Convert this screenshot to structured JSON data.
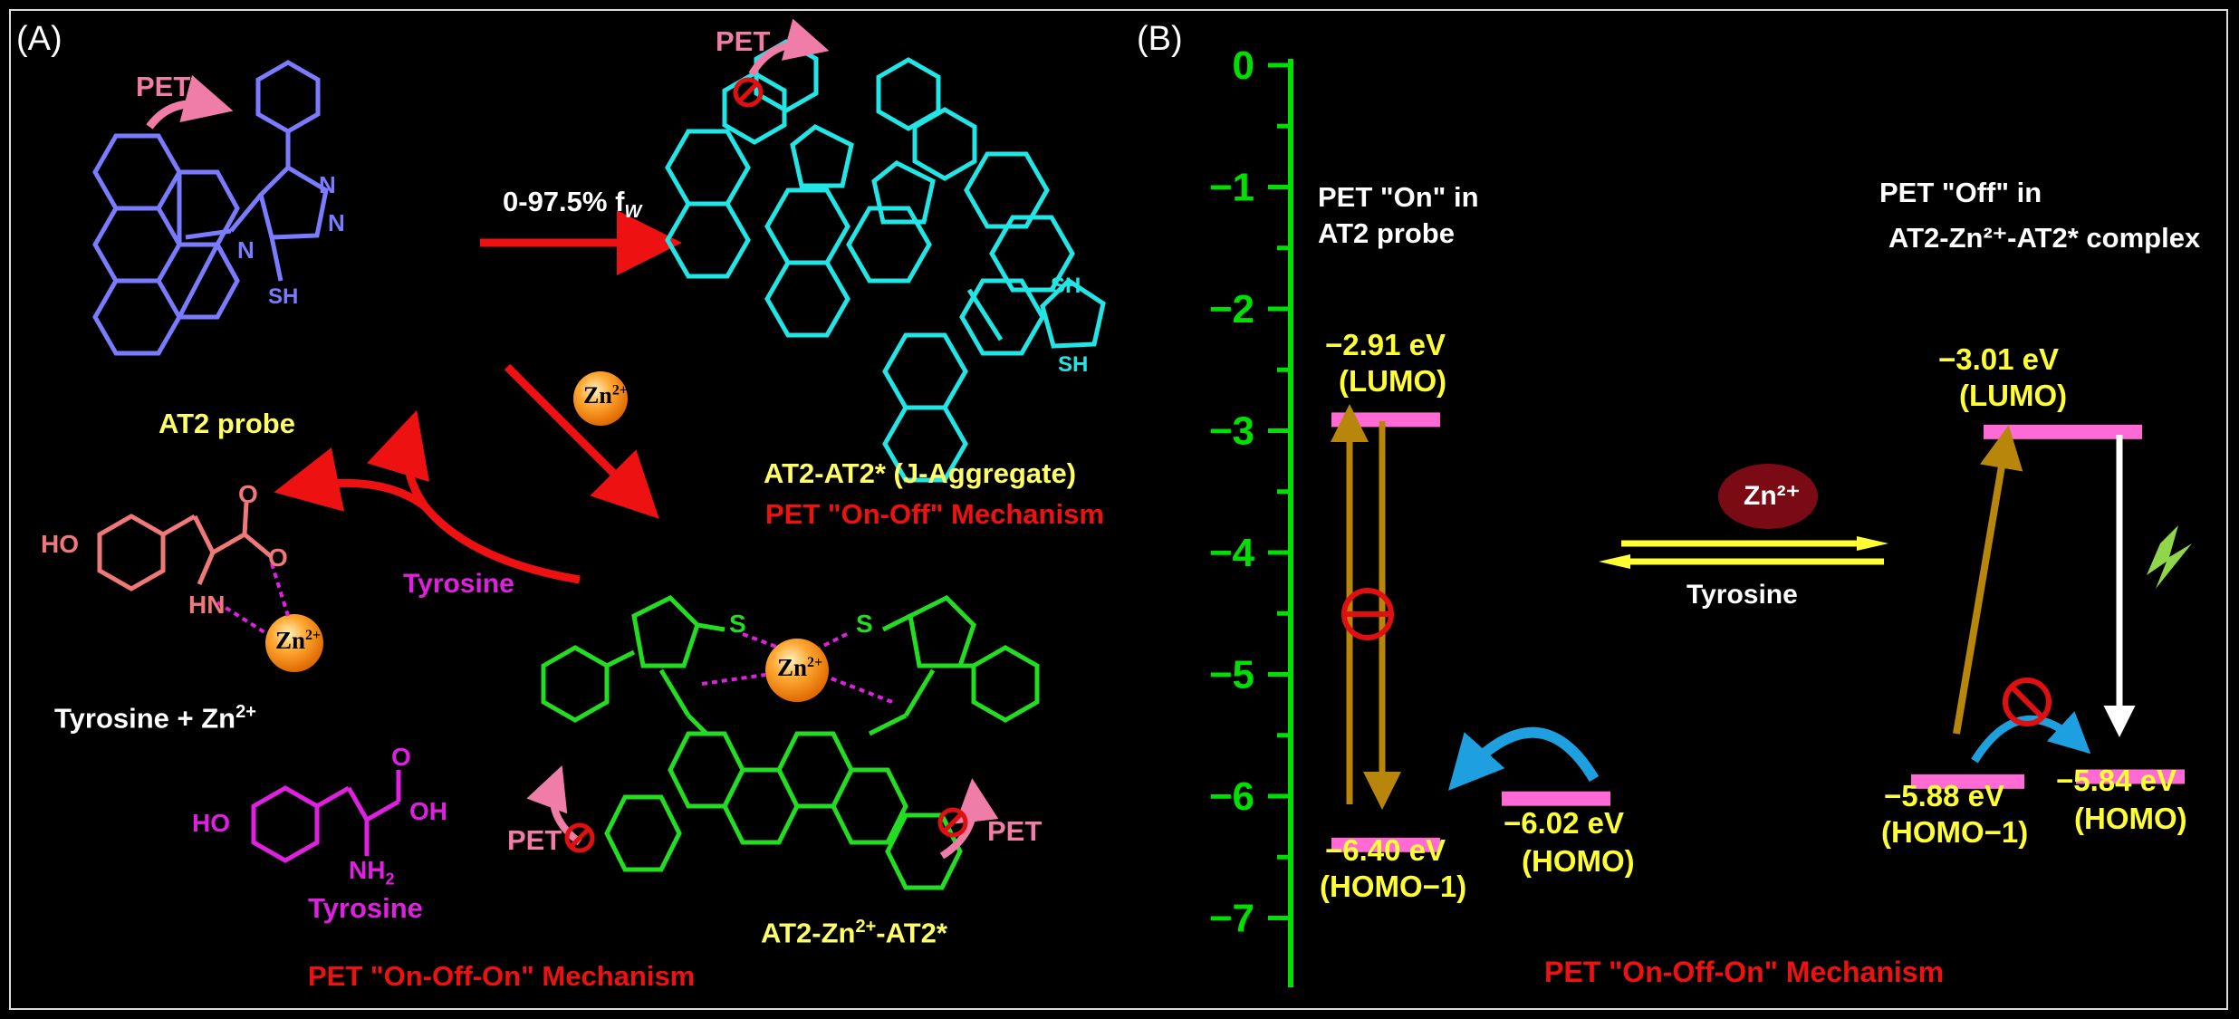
{
  "panel_a": {
    "label": "(A)",
    "pet_top_left": "PET",
    "pet_top_right": "PET",
    "at2_probe": "AT2 probe",
    "fw_arrow_label": "0-97.5% f",
    "fw_arrow_sub": "W",
    "zn_ball": "Zn",
    "zn_sup": "2+",
    "aggregate_label": "AT2-AT2* (J-Aggregate)",
    "on_off_mechanism": "PET \"On-Off\" Mechanism",
    "tyrosine_arrow_label": "Tyrosine",
    "tyr_zn_label": "Tyrosine + Zn",
    "tyr_zn_sup": "2+",
    "tyrosine_name": "Tyrosine",
    "complex_label": "AT2-Zn",
    "complex_sup": "2+",
    "complex_tail": "-AT2*",
    "pet_bottom_left": "PET",
    "pet_bottom_right": "PET",
    "on_off_on_mechanism": "PET \"On-Off-On\" Mechanism",
    "sh": "SH",
    "ho": "HO",
    "hn": "HN",
    "oh": "OH",
    "nh2": "NH",
    "o": "O",
    "s": "S",
    "n": "N"
  },
  "panel_b": {
    "label": "(B)",
    "y_ticks": [
      "0",
      "−1",
      "−2",
      "−3",
      "−4",
      "−5",
      "−6",
      "−7"
    ],
    "pet_on_title_1": "PET \"On\" in",
    "pet_on_title_2": "AT2 probe",
    "pet_off_title_1": "PET \"Off\" in",
    "pet_off_title_2": "AT2-Zn²⁺-AT2* complex",
    "probe_lumo_value": "−2.91 eV",
    "probe_lumo_name": "(LUMO)",
    "probe_homo1_value": "−6.40 eV",
    "probe_homo1_name": "(HOMO−1)",
    "probe_homo_value": "−6.02 eV",
    "probe_homo_name": "(HOMO)",
    "complex_lumo_value": "−3.01 eV",
    "complex_lumo_name": "(LUMO)",
    "complex_homo1_value": "−5.88 eV",
    "complex_homo1_name": "(HOMO−1)",
    "complex_homo_value": "−5.84 eV",
    "complex_homo_name": "(HOMO)",
    "zn_label": "Zn²⁺",
    "tyrosine_label": "Tyrosine",
    "mechanism": "PET \"On-Off-On\" Mechanism"
  },
  "energy_levels_ev": {
    "probe_lumo": -2.91,
    "probe_homo_minus_1": -6.4,
    "probe_homo": -6.02,
    "complex_lumo": -3.01,
    "complex_homo_minus_1": -5.88,
    "complex_homo": -5.84
  },
  "colors": {
    "axis": "#00e000",
    "level": "#ff6ad5",
    "energy_label": "#ffff33",
    "mechanism_text": "#ee1111",
    "probe_structure": "#7b7bff",
    "aggregate_structure": "#22e5e5",
    "complex_structure": "#22dd22",
    "tyrosine_complex": "#f07878",
    "tyrosine_free": "#e020e0",
    "zn_ball": "#ff9a20",
    "transition_arrow": "#b8860b",
    "pet_arrow": "#1e9fe0",
    "block_symbol": "#e01010"
  }
}
